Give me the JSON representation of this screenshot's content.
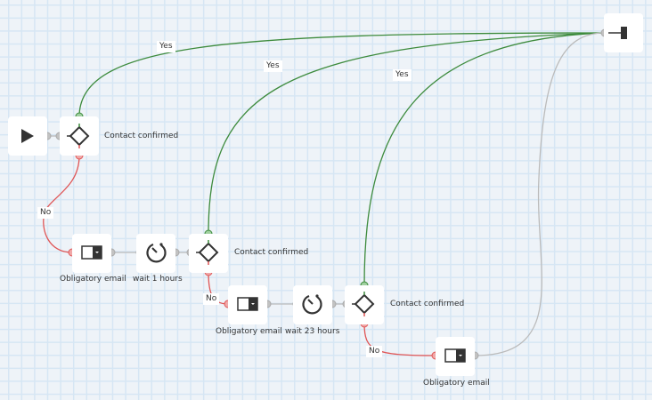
{
  "colors": {
    "yes": "#3d8b3d",
    "no": "#e05555",
    "neutral": "#bbbbbb",
    "port_yes": "#9fcf9f",
    "port_no": "#f0a8a8",
    "port_neutral": "#c2c2c2",
    "icon": "#333333"
  },
  "nodes": [
    {
      "id": "start",
      "type": "start",
      "icon": "play-icon",
      "label": ""
    },
    {
      "id": "cond1",
      "type": "condition",
      "icon": "diamond-icon",
      "label": "Contact confirmed"
    },
    {
      "id": "email1",
      "type": "email",
      "icon": "email-template-icon",
      "label": "Obligatory email"
    },
    {
      "id": "wait1",
      "type": "wait",
      "icon": "timer-icon",
      "label": "wait 1 hours"
    },
    {
      "id": "cond2",
      "type": "condition",
      "icon": "diamond-icon",
      "label": "Contact confirmed"
    },
    {
      "id": "email2",
      "type": "email",
      "icon": "email-template-icon",
      "label": "Obligatory email"
    },
    {
      "id": "wait2",
      "type": "wait",
      "icon": "timer-icon",
      "label": "wait 23 hours"
    },
    {
      "id": "cond3",
      "type": "condition",
      "icon": "diamond-icon",
      "label": "Contact confirmed"
    },
    {
      "id": "email3",
      "type": "email",
      "icon": "email-template-icon",
      "label": "Obligatory email"
    },
    {
      "id": "end",
      "type": "end",
      "icon": "end-icon",
      "label": ""
    }
  ],
  "edges": [
    {
      "from": "start",
      "to": "cond1",
      "kind": "neutral",
      "label": ""
    },
    {
      "from": "cond1",
      "to": "end",
      "kind": "yes",
      "label": "Yes"
    },
    {
      "from": "cond1",
      "to": "email1",
      "kind": "no",
      "label": "No"
    },
    {
      "from": "email1",
      "to": "wait1",
      "kind": "neutral",
      "label": ""
    },
    {
      "from": "wait1",
      "to": "cond2",
      "kind": "neutral",
      "label": ""
    },
    {
      "from": "cond2",
      "to": "end",
      "kind": "yes",
      "label": "Yes"
    },
    {
      "from": "cond2",
      "to": "email2",
      "kind": "no",
      "label": "No"
    },
    {
      "from": "email2",
      "to": "wait2",
      "kind": "neutral",
      "label": ""
    },
    {
      "from": "wait2",
      "to": "cond3",
      "kind": "neutral",
      "label": ""
    },
    {
      "from": "cond3",
      "to": "end",
      "kind": "yes",
      "label": "Yes"
    },
    {
      "from": "cond3",
      "to": "email3",
      "kind": "no",
      "label": "No"
    },
    {
      "from": "email3",
      "to": "end",
      "kind": "neutral",
      "label": ""
    }
  ]
}
